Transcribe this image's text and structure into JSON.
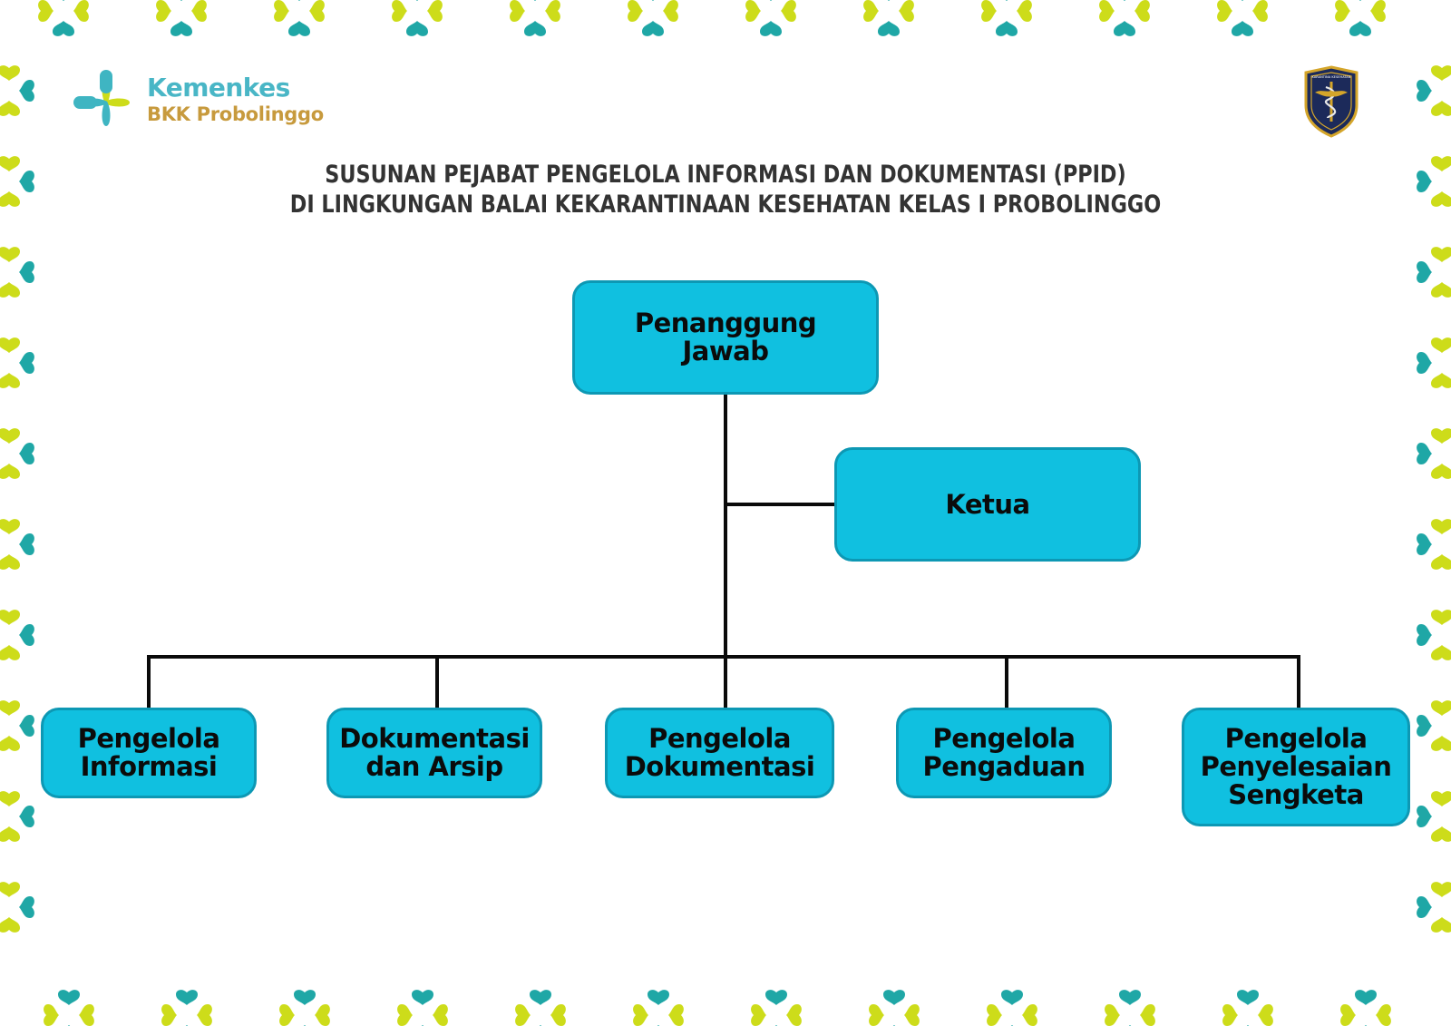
{
  "logo": {
    "title": "Kemenkes",
    "subtitle": "BKK Probolinggo"
  },
  "emblem": {
    "text": "KARANTINA KESEHATAN"
  },
  "heading": {
    "line1": "SUSUNAN PEJABAT PENGELOLA INFORMASI DAN DOKUMENTASI (PPID)",
    "line2": "DI LINGKUNGAN BALAI KEKARANTINAAN KESEHATAN KELAS I PROBOLINGGO"
  },
  "org_chart": {
    "root": {
      "lines": [
        "Penanggung",
        "Jawab"
      ]
    },
    "side": {
      "lines": [
        "Ketua"
      ]
    },
    "children": [
      {
        "lines": [
          "Pengelola",
          "Informasi"
        ]
      },
      {
        "lines": [
          "Dokumentasi",
          "dan Arsip"
        ]
      },
      {
        "lines": [
          "Pengelola",
          "Dokumentasi"
        ]
      },
      {
        "lines": [
          "Pengelola",
          "Pengaduan"
        ]
      },
      {
        "lines": [
          "Pengelola",
          "Penyelesaian",
          "Sengketa"
        ]
      }
    ]
  },
  "colors": {
    "box_fill": "#10c0e0",
    "box_border": "#0d98b4",
    "connector": "#0a0a0a",
    "border_teal": "#1fa7a6",
    "border_lime": "#cddc1a",
    "logo_teal": "#49b6c6",
    "logo_gold": "#c79a3d",
    "heading": "#333333"
  }
}
